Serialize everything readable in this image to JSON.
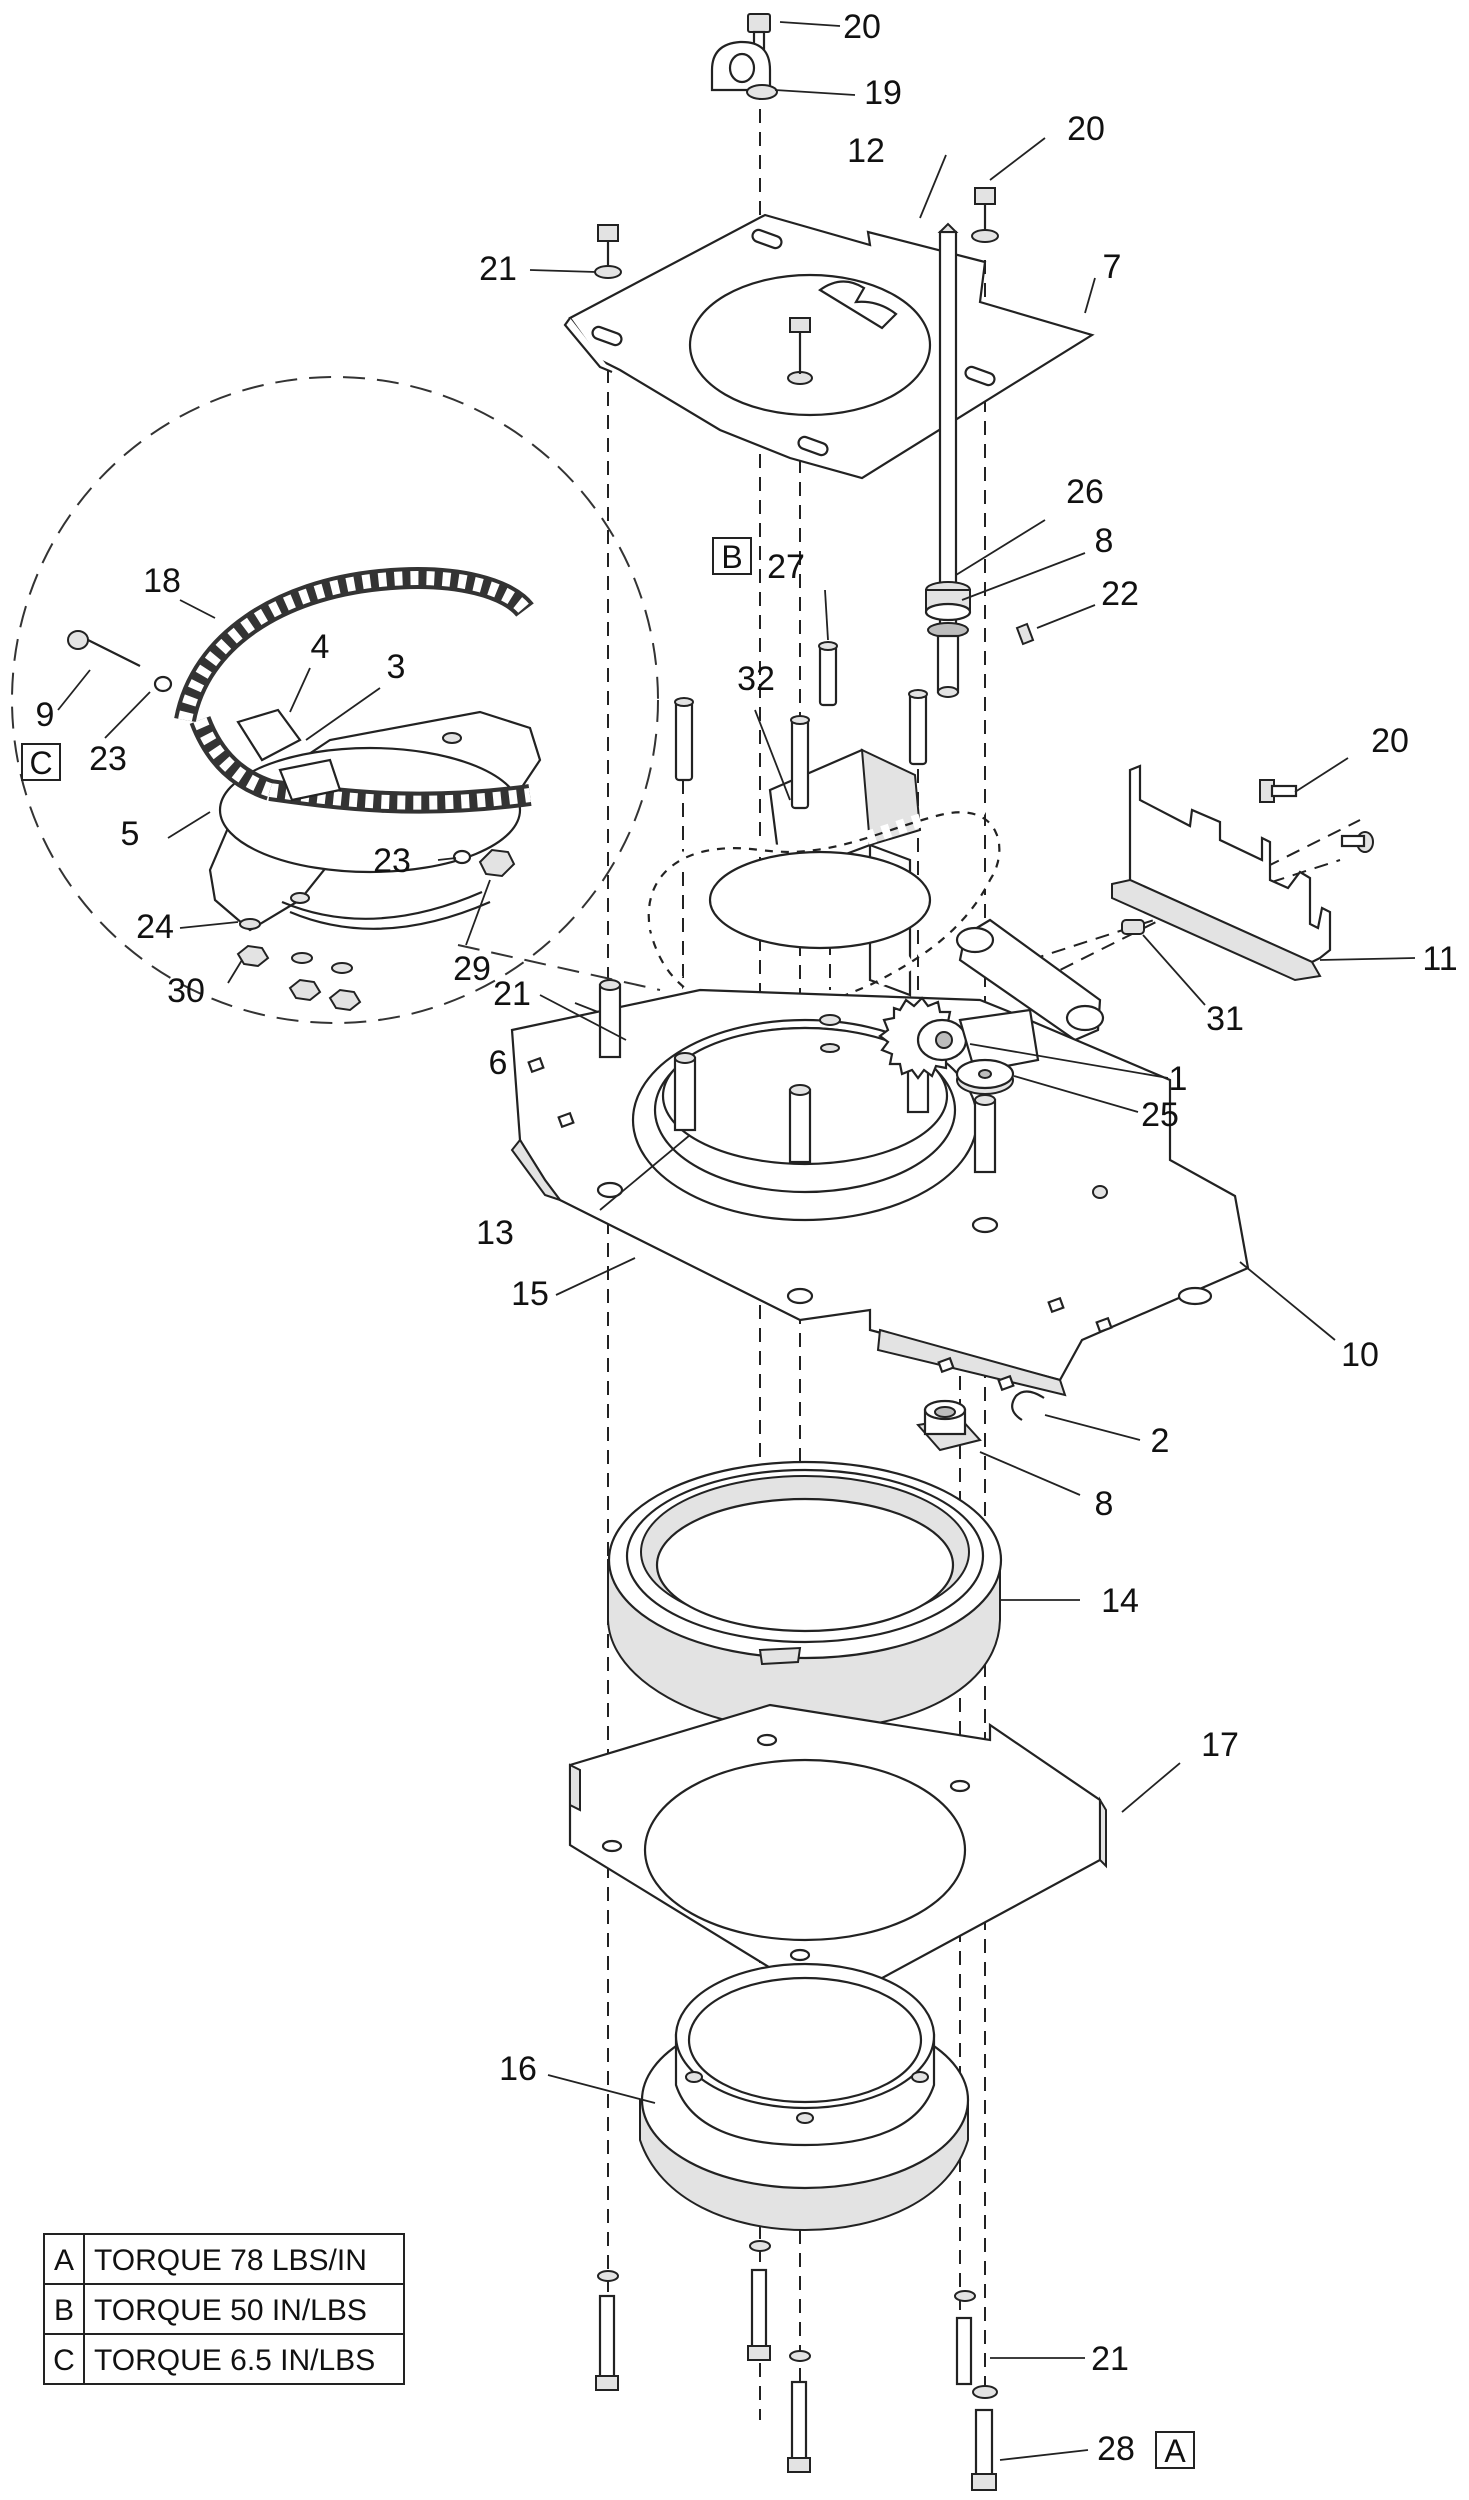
{
  "callouts": {
    "c1": "1",
    "c2": "2",
    "c3": "3",
    "c4": "4",
    "c5": "5",
    "c6": "6",
    "c7": "7",
    "c8a": "8",
    "c8b": "8",
    "c9": "9",
    "c10": "10",
    "c11": "11",
    "c12": "12",
    "c13": "13",
    "c14": "14",
    "c15": "15",
    "c16": "16",
    "c17": "17",
    "c18": "18",
    "c19": "19",
    "c20a": "20",
    "c20b": "20",
    "c20c": "20",
    "c21a": "21",
    "c21b": "21",
    "c21c": "21",
    "c22": "22",
    "c23a": "23",
    "c23b": "23",
    "c24": "24",
    "c25": "25",
    "c26": "26",
    "c27": "27",
    "c28": "28",
    "c29": "29",
    "c30": "30",
    "c31": "31",
    "c32": "32"
  },
  "ref_boxes": {
    "b": "B",
    "c": "C",
    "a": "A"
  },
  "torque_table": {
    "rows": [
      {
        "key": "A",
        "text": "TORQUE 78 LBS/IN"
      },
      {
        "key": "B",
        "text": "TORQUE 50 IN/LBS"
      },
      {
        "key": "C",
        "text": "TORQUE 6.5 IN/LBS"
      }
    ]
  }
}
